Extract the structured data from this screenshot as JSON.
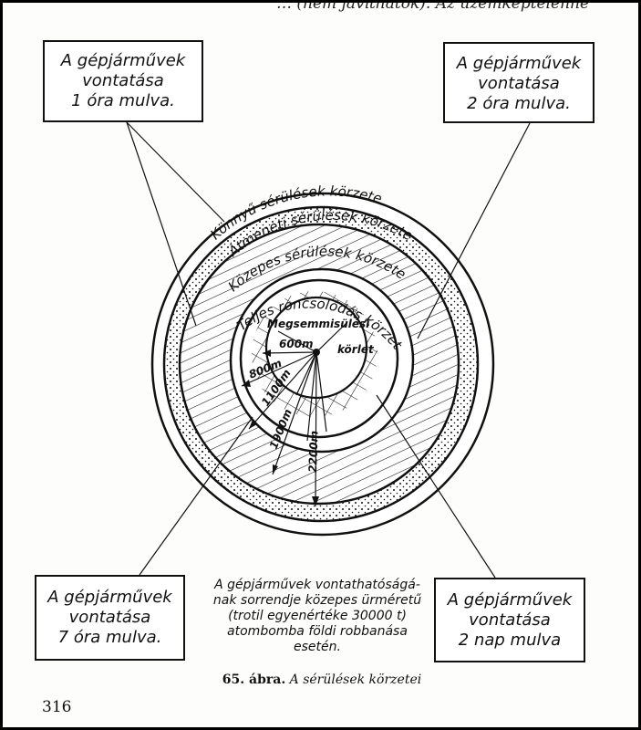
{
  "header_text": "… (nem javíthatók). Az üzemképtelenné",
  "boxes": {
    "one_hour": [
      "A gépjárművek",
      "vontatása",
      "1 óra mulva."
    ],
    "two_hours": [
      "A gépjárművek",
      "vontatása",
      "2 óra mulva."
    ],
    "seven_hours": [
      "A gépjárművek",
      "vontatása",
      "7 óra mulva."
    ],
    "two_days": [
      "A gépjárművek",
      "vontatása",
      "2 nap mulva"
    ]
  },
  "zones": {
    "light": "Könnyű sérülések körzete",
    "transitional": "Átmeneti sérülések körzete",
    "medium": "Közepes sérülések körzete",
    "total": "Teljes roncsolódás körzete",
    "annihilation_line1": "Megsemmisülési",
    "annihilation_line2": "körlet"
  },
  "radii": [
    "600m",
    "800m",
    "1100m",
    "1900m",
    "2200m"
  ],
  "caption": [
    "A gépjárművek vontathatóságá-",
    "nak sorrendje közepes ürméretű",
    "(trotil egyenértéke 30000 t)",
    "atombomba földi robbanása",
    "esetén."
  ],
  "figure": {
    "number": "65. ábra.",
    "title": "A sérülések körzetei"
  },
  "page_number": "316"
}
